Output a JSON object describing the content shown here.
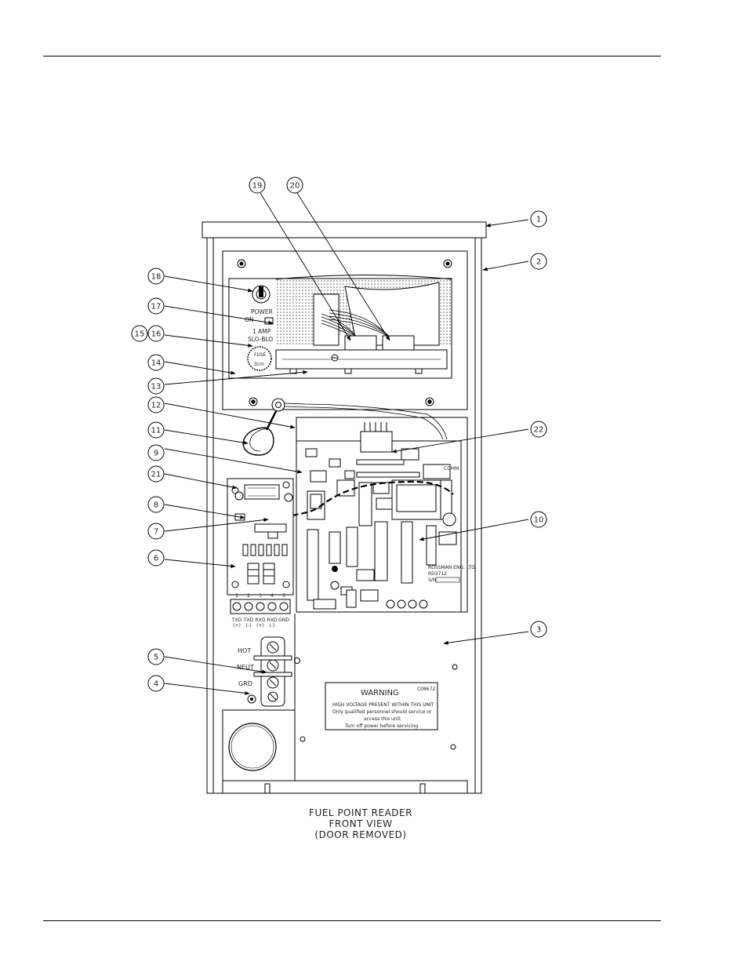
{
  "caption": {
    "line1": "FUEL POINT READER",
    "line2": "FRONT VIEW",
    "line3": "(DOOR REMOVED)"
  },
  "callouts": [
    "1",
    "2",
    "3",
    "4",
    "5",
    "6",
    "7",
    "8",
    "9",
    "10",
    "11",
    "12",
    "13",
    "14",
    "15",
    "16",
    "17",
    "18",
    "19",
    "20",
    "21",
    "22"
  ],
  "panel_labels": {
    "power": "POWER",
    "on": "ON",
    "amp": "1 AMP",
    "slo_blo": "SLO-BLO",
    "fuse_top": "FUSE",
    "fuse_bottom": "3cm",
    "hot": "HOT",
    "neut": "NEUT",
    "grd": "GRD",
    "comm": "COMM",
    "maker": "ROSSMAN ENG. LTD.",
    "part": "RD3712",
    "sn": "S/N"
  },
  "terminal_numbers": [
    "1",
    "2",
    "3",
    "4",
    "5"
  ],
  "terminal_labels": [
    {
      "top": "TXD",
      "bottom": "(+)"
    },
    {
      "top": "TXD",
      "bottom": "(-)"
    },
    {
      "top": "RXD",
      "bottom": "(+)"
    },
    {
      "top": "RXD",
      "bottom": "(-)"
    },
    {
      "top": "GND",
      "bottom": ""
    }
  ],
  "warning": {
    "title": "WARNING",
    "code": "C08672",
    "line1": "HIGH VOLTAGE PRESENT WITHIN THIS UNIT",
    "line2": "Only qualified personnel should service or",
    "line3": "access this unit.",
    "line4": "Turn off power before servicing."
  }
}
